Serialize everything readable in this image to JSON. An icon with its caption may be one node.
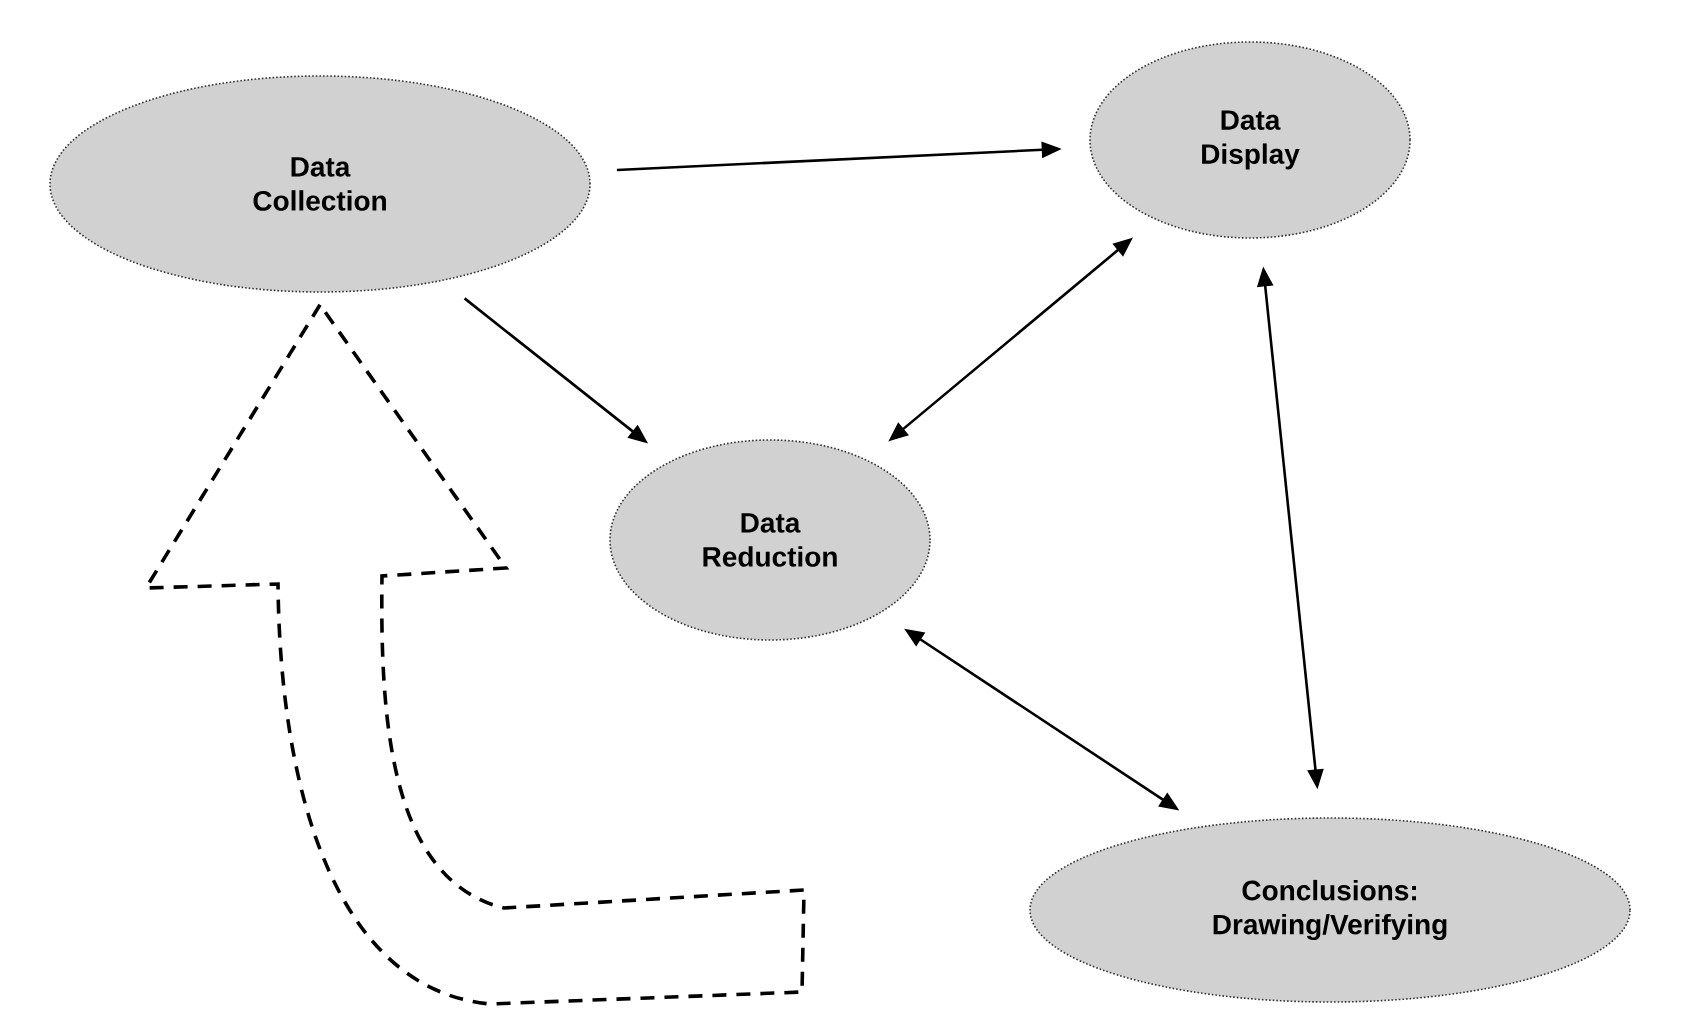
{
  "diagram": {
    "nodes": [
      {
        "text": [
          "Data Collection"
        ]
      },
      {
        "text": [
          "Data Display"
        ]
      },
      {
        "text": [
          "Data Reduction"
        ]
      },
      {
        "text": [
          "Conclusions: Drawing/Verifying"
        ]
      }
    ],
    "edges": [
      {
        "from": 0,
        "to": 1,
        "arrow": "to"
      },
      {
        "from": 0,
        "to": 2,
        "arrow": "to"
      },
      {
        "from": 2,
        "to": 1,
        "arrow": "both"
      },
      {
        "from": 1,
        "to": 3,
        "arrow": "both"
      },
      {
        "from": 2,
        "to": 3,
        "arrow": "both"
      },
      {
        "from": null,
        "to": 0,
        "arrow": "to",
        "style": "dashed"
      }
    ]
  }
}
